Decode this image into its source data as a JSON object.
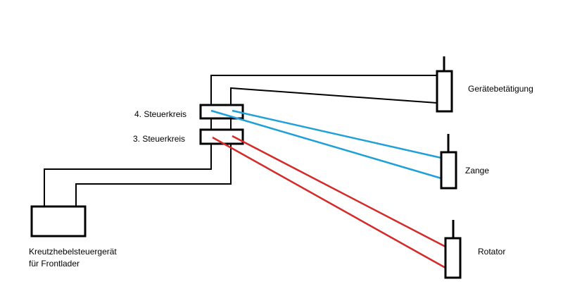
{
  "labels": {
    "circuit4": "4. Steuerkreis",
    "circuit3": "3. Steuerkreis",
    "joystick_line1": "Kreutzhebelsteuergerät",
    "joystick_line2": "für Frontlader",
    "device": "Gerätebetätigung",
    "gripper": "Zange",
    "rotator": "Rotator"
  },
  "colors": {
    "line": "#000000",
    "circuit4": "#1fa0d8",
    "circuit3": "#d42a2a",
    "background": "#ffffff"
  }
}
